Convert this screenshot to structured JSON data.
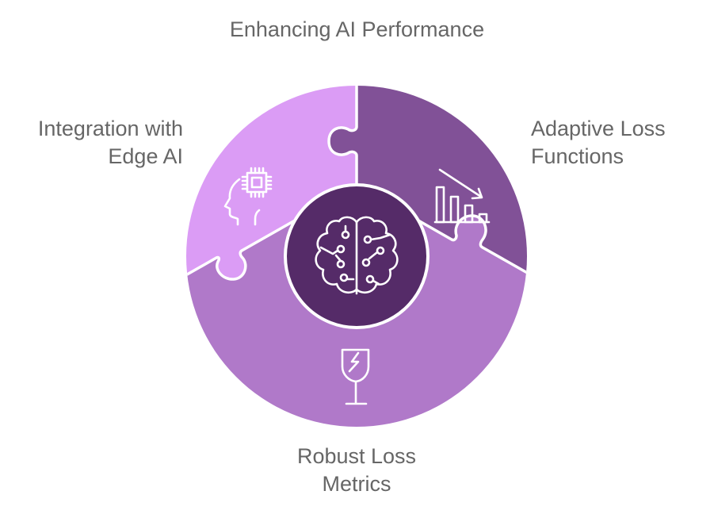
{
  "title": "Enhancing AI Performance",
  "center": {
    "icon": "brain-circuit-icon",
    "color": "#552B68"
  },
  "segments": [
    {
      "id": "edge",
      "label_lines": [
        "Integration with",
        "Edge AI"
      ],
      "icon": "ai-head-chip-icon",
      "color": "#DB9CF5"
    },
    {
      "id": "adaptive",
      "label_lines": [
        "Adaptive Loss",
        "Functions"
      ],
      "icon": "declining-bar-chart-icon",
      "color": "#815197"
    },
    {
      "id": "robust",
      "label_lines": [
        "Robust Loss",
        "Metrics"
      ],
      "icon": "fragile-glass-icon",
      "color": "#B079C9"
    }
  ],
  "colors": {
    "text": "#666666",
    "separator": "#ffffff"
  }
}
